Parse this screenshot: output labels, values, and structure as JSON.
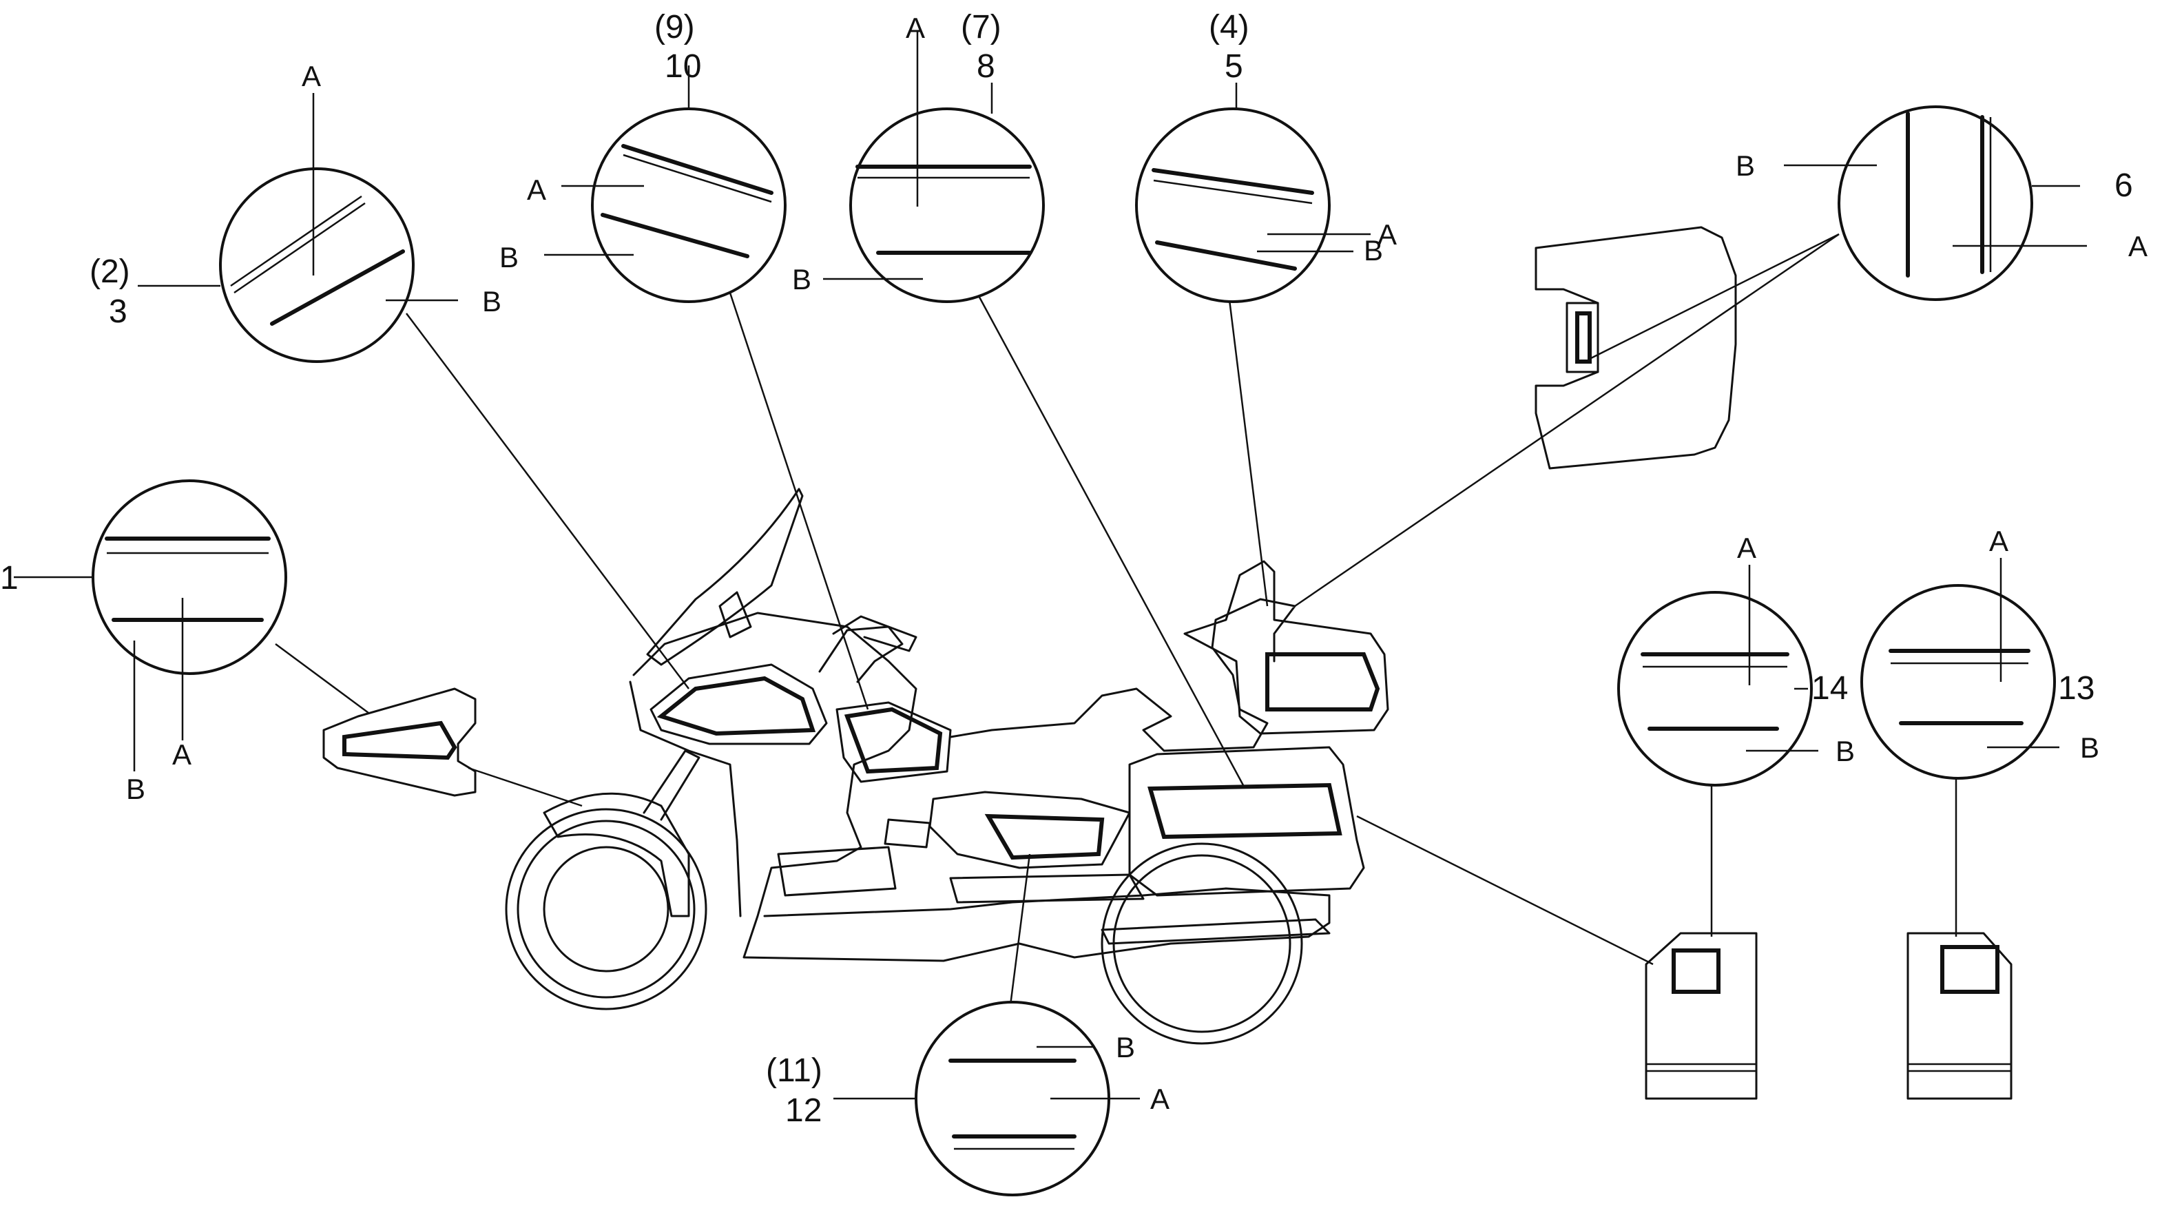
{
  "callouts": [
    {
      "id": "c1",
      "numbers": [
        "1"
      ],
      "letters": [
        "A",
        "B"
      ]
    },
    {
      "id": "c2",
      "numbers": [
        "(2)",
        "3"
      ],
      "letters": [
        "A",
        "B"
      ]
    },
    {
      "id": "c3",
      "numbers": [
        "(9)",
        "10"
      ],
      "letters": [
        "A",
        "B"
      ]
    },
    {
      "id": "c4",
      "numbers": [
        "(7)",
        "8"
      ],
      "letters": [
        "A",
        "B"
      ]
    },
    {
      "id": "c5",
      "numbers": [
        "(4)",
        "5"
      ],
      "letters": [
        "A",
        "B"
      ]
    },
    {
      "id": "c6",
      "numbers": [
        "6"
      ],
      "letters": [
        "B",
        "A"
      ]
    },
    {
      "id": "c7",
      "numbers": [
        "14"
      ],
      "letters": [
        "A",
        "B"
      ]
    },
    {
      "id": "c8",
      "numbers": [
        "13"
      ],
      "letters": [
        "A",
        "B"
      ]
    },
    {
      "id": "c9",
      "numbers": [
        "(11)",
        "12"
      ],
      "letters": [
        "B",
        "A"
      ]
    }
  ]
}
